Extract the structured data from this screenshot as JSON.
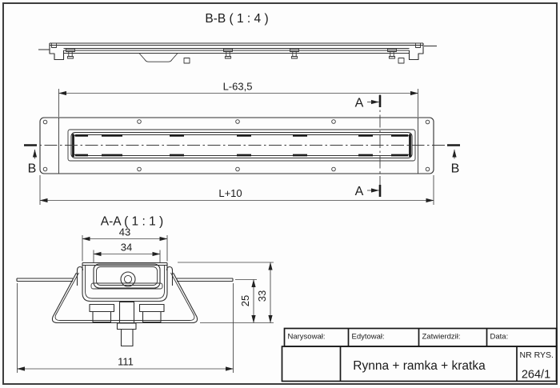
{
  "sheet": {
    "background": "#fcfcfc",
    "frame_color": "#3d3d3d",
    "line_color": "#2f2f2f"
  },
  "section_bb": {
    "title": "B-B ( 1 : 4 )"
  },
  "plan": {
    "dim_top": "L-63,5",
    "dim_bottom": "L+10",
    "marker_a": "A",
    "marker_b": "B"
  },
  "section_aa": {
    "title": "A-A ( 1 : 1 )",
    "dim_width_frame": "43",
    "dim_width_grate": "34",
    "dim_height_total": "33",
    "dim_height_flange": "25",
    "dim_width_base": "111"
  },
  "title_block": {
    "drawn_label": "Narysował:",
    "edited_label": "Edytował:",
    "approved_label": "Zatwierdził:",
    "date_label": "Data:",
    "drawing_title": "Rynna + ramka + kratka",
    "number_label": "NR RYS.",
    "number_value": "264/1"
  }
}
